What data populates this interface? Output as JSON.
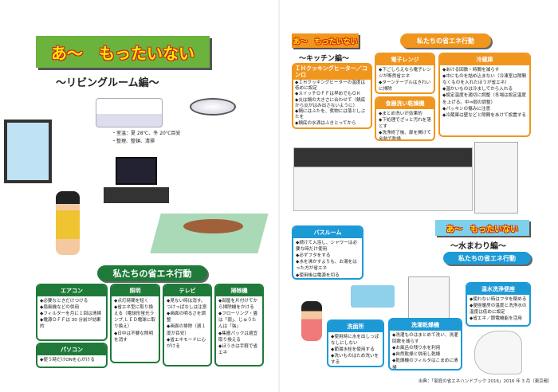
{
  "living": {
    "banner": "あ～　もったいない",
    "subtitle": "～リビングルーム編～",
    "notes": [
      "・室温：夏 28℃、冬 20℃目安",
      "・整理、整頓、清掃"
    ],
    "action_title": "私たちの省エネ行動",
    "cards": [
      {
        "title": "エアコン",
        "items": [
          "必要なときだけつける",
          "扇風機などの併用",
          "フィルターを月に１回は清掃",
          "電源ＯＦＦは 30 分前が効果的"
        ]
      },
      {
        "title": "パソコン",
        "items": [
          "使う時だけONを心がける"
        ]
      },
      {
        "title": "照明",
        "items": [
          "点灯時間を短く",
          "省エネ型に取り換える（電球形蛍光ランプ,ＬＥＤ電球に取り換え）",
          "日中は不要な照明を消す"
        ]
      },
      {
        "title": "テレビ",
        "items": [
          "見ない時は消す。つけっぱなしは注意",
          "画面の明るさを調整",
          "画面の掃除（週１度が目安）",
          "省エネモードに心がける"
        ]
      },
      {
        "title": "掃除機",
        "items": [
          "部屋を片付けてから掃除機をかける",
          "フローリング・畳は「弱」、じゅうたんは「強」",
          "集塵パックは適宜取り換える",
          "ほうきは手軽で省エネ"
        ]
      }
    ]
  },
  "kitchen": {
    "banner": "あ～　もったいない",
    "subtitle": "～キッチン編～",
    "action_title": "私たちの省エネ行動",
    "cards": [
      {
        "title": "ＩＨクッキングヒーター／コンロ",
        "items": [
          "ＩＨクッキングヒーターの温度は低めに設定",
          "スイッチＯＦＦは早めでもＯＫ",
          "炎は鍋の大きさに合わせて（鍋底から炎がはみ出さないように）",
          "鍋にはふたを、煮物には落としぶたを",
          "鍋底の水滴はふきとってから"
        ]
      },
      {
        "title": "電子レンジ",
        "items": [
          "下ごしらえなら電子レンジが断然省エネ",
          "ターンテーブルはきれいに掃除"
        ]
      },
      {
        "title": "食器洗い乾燥機",
        "items": [
          "まとめ洗いが効果的",
          "下処理でざっと汚れを落とす",
          "洗浄終了後、扉を開けて余熱で乾燥"
        ]
      },
      {
        "title": "冷蔵庫",
        "items": [
          "あける回数・時間を減らす",
          "中にものを詰め込まない（冷凍室は隙間なくものを入れたほうが省エネ）",
          "温かいものは冷ましてから入れる",
          "設定温度を適切に調整（冬場は設定温度を上げる。中⇒弱の調整）",
          "パッキンの傷みに注意",
          "冷蔵庫は壁などと隙間をあけて設置する"
        ]
      }
    ]
  },
  "water": {
    "banner": "あ～　もったいない",
    "subtitle": "～水まわり編～",
    "action_title": "私たちの省エネ行動",
    "cards": [
      {
        "title": "バスルーム",
        "items": [
          "続けて入浴し、シャワーは必要な時だけ使用",
          "必ずフタをする",
          "水を沸かすよりも、お湯をはった方が省エネ",
          "使用後は電源を切る"
        ]
      },
      {
        "title": "温水洗浄便座",
        "items": [
          "使わない時はフタを閉める",
          "便座暖房の温度と洗浄水の温度は低めに設定",
          "省エネ／節電機能を活用"
        ]
      },
      {
        "title": "洗面所",
        "items": [
          "使用時に水を出しっぱなしにしない",
          "節湯水栓を使用する",
          "洗いものはため洗いをする"
        ]
      },
      {
        "title": "洗濯乾燥機",
        "items": [
          "洗濯ものはまとめて洗い、洗濯回数を減らす",
          "お風呂の残り水を利用",
          "自然乾燥と併用し乾燥",
          "乾燥機のフィルタはこまめに清掃"
        ]
      }
    ]
  },
  "citation": "出典：「家庭の省エネハンドブック 2016」2016 年 3 月（東京都）",
  "colors": {
    "green": "#1f7a3a",
    "lime": "#6cb33e",
    "orange": "#f0961e",
    "blue": "#1d9ad6"
  }
}
